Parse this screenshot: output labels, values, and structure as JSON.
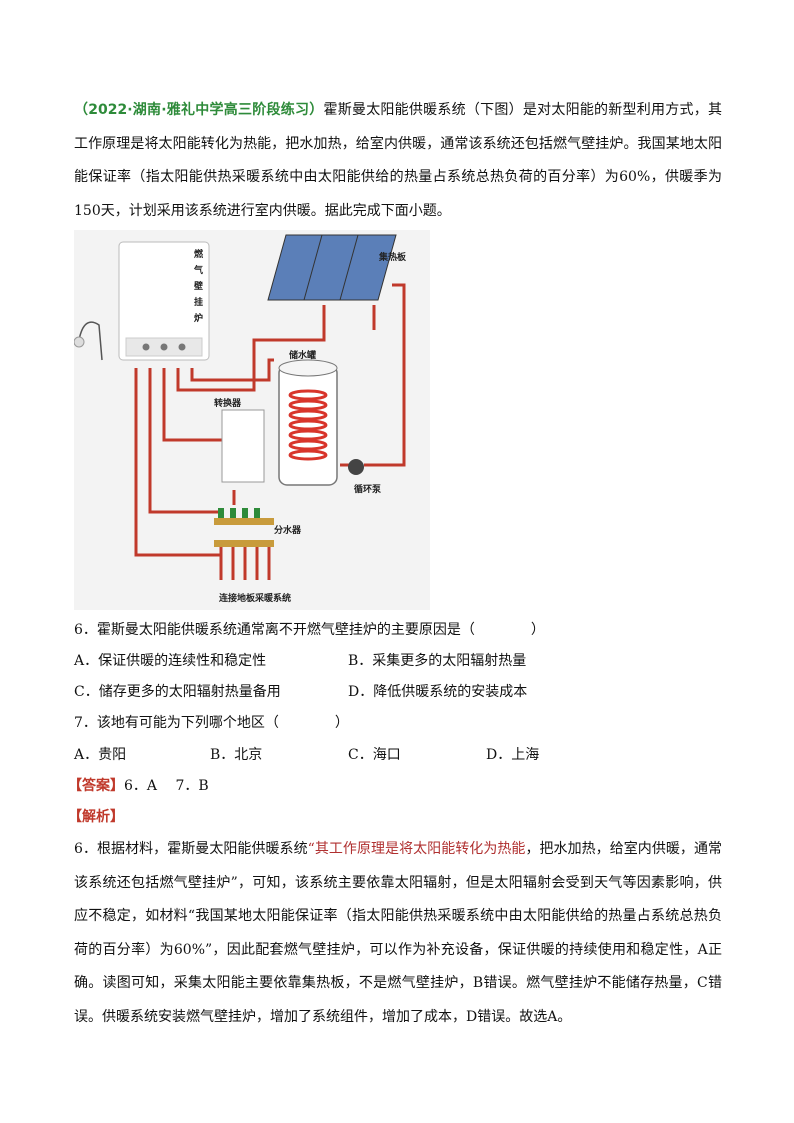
{
  "intro": {
    "source": "（2022·湖南·雅礼中学高三阶段练习）",
    "text": "霍斯曼太阳能供暖系统（下图）是对太阳能的新型利用方式，其工作原理是将太阳能转化为热能，把水加热，给室内供暖，通常该系统还包括燃气壁挂炉。我国某地太阳能保证率（指太阳能供热采暖系统中由太阳能供给的热量占系统总热负荷的百分率）为60%，供暖季为150天，计划采用该系统进行室内供暖。据此完成下面小题。"
  },
  "figure": {
    "labels": {
      "boiler": [
        "燃",
        "气",
        "壁",
        "挂",
        "炉"
      ],
      "collector": "集热板",
      "tank": "储水罐",
      "converter": "转换器",
      "pump": "循环泵",
      "distributor": "分水器",
      "floor": "连接地板采暖系统"
    }
  },
  "q6": {
    "stem": "6．霍斯曼太阳能供暖系统通常离不开燃气壁挂炉的主要原因是（　　　　）",
    "options": [
      "A．保证供暖的连续性和稳定性",
      "B．采集更多的太阳辐射热量",
      "C．储存更多的太阳辐射热量备用",
      "D．降低供暖系统的安装成本"
    ]
  },
  "q7": {
    "stem": "7．该地有可能为下列哪个地区（　　　　）",
    "options": [
      "A．贵阳",
      "B．北京",
      "C．海口",
      "D．上海"
    ]
  },
  "answer": {
    "label": "【答案】",
    "text": "6．A　 7．B"
  },
  "analysis": {
    "label": "【解析】",
    "p1_part1": "6．根据材料，霍斯曼太阳能供暖系统",
    "p1_quote1": "“其工作原理是将太阳能转化为热能",
    "p1_part2": "，把水加热，给室内供暖，通常该系统还包括燃气壁挂炉”，可知，该系统主要依靠太阳辐射，但是太阳辐射会受到天气等因素影响，供应不稳定，如材料“我国某地太阳能保证率（指太阳能供热采暖系统中由太阳能供给的热量占系统总热负荷的百分率）为60%”，因此配套燃气壁挂炉，可以作为补充设备，保证供暖的持续使用和稳定性，A正确。读图可知，采集太阳能主要依靠集热板，不是燃气壁挂炉，B错误。燃气壁挂炉不能储存热量，C错误。供暖系统安装燃气壁挂炉，增加了系统组件，增加了成本，D错误。故选A。"
  }
}
